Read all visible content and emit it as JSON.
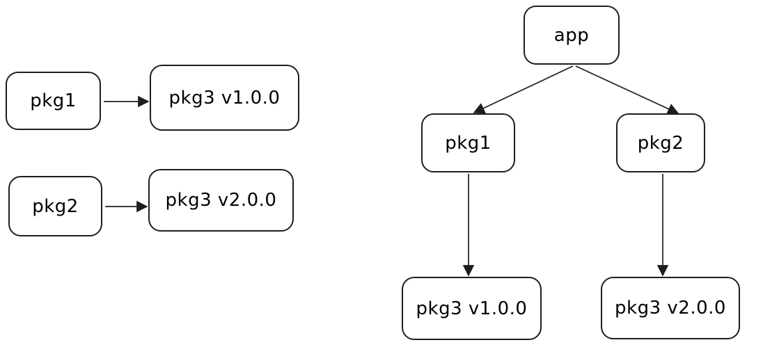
{
  "diagram": {
    "style": "hand-drawn",
    "colors": {
      "stroke": "#1e1e1e",
      "node_fill": "#ffffff",
      "background": "#ffffff",
      "arrowhead": "#1e1e1e"
    },
    "left_graph": {
      "description": "two separate flat dependency pairs",
      "nodes": [
        {
          "id": "pkg1",
          "label": "pkg1"
        },
        {
          "id": "pkg3v1",
          "label": "pkg3 v1.0.0"
        },
        {
          "id": "pkg2",
          "label": "pkg2"
        },
        {
          "id": "pkg3v2",
          "label": "pkg3 v2.0.0"
        }
      ],
      "edges": [
        {
          "from": "pkg1",
          "to": "pkg3 v1.0.0"
        },
        {
          "from": "pkg2",
          "to": "pkg3 v2.0.0"
        }
      ]
    },
    "right_graph": {
      "description": "dependency tree rooted at app",
      "nodes": [
        {
          "id": "app",
          "label": "app"
        },
        {
          "id": "pkg1",
          "label": "pkg1"
        },
        {
          "id": "pkg2",
          "label": "pkg2"
        },
        {
          "id": "pkg3v1",
          "label": "pkg3 v1.0.0"
        },
        {
          "id": "pkg3v2",
          "label": "pkg3 v2.0.0"
        }
      ],
      "edges": [
        {
          "from": "app",
          "to": "pkg1"
        },
        {
          "from": "app",
          "to": "pkg2"
        },
        {
          "from": "pkg1",
          "to": "pkg3 v1.0.0"
        },
        {
          "from": "pkg2",
          "to": "pkg3 v2.0.0"
        }
      ]
    }
  }
}
